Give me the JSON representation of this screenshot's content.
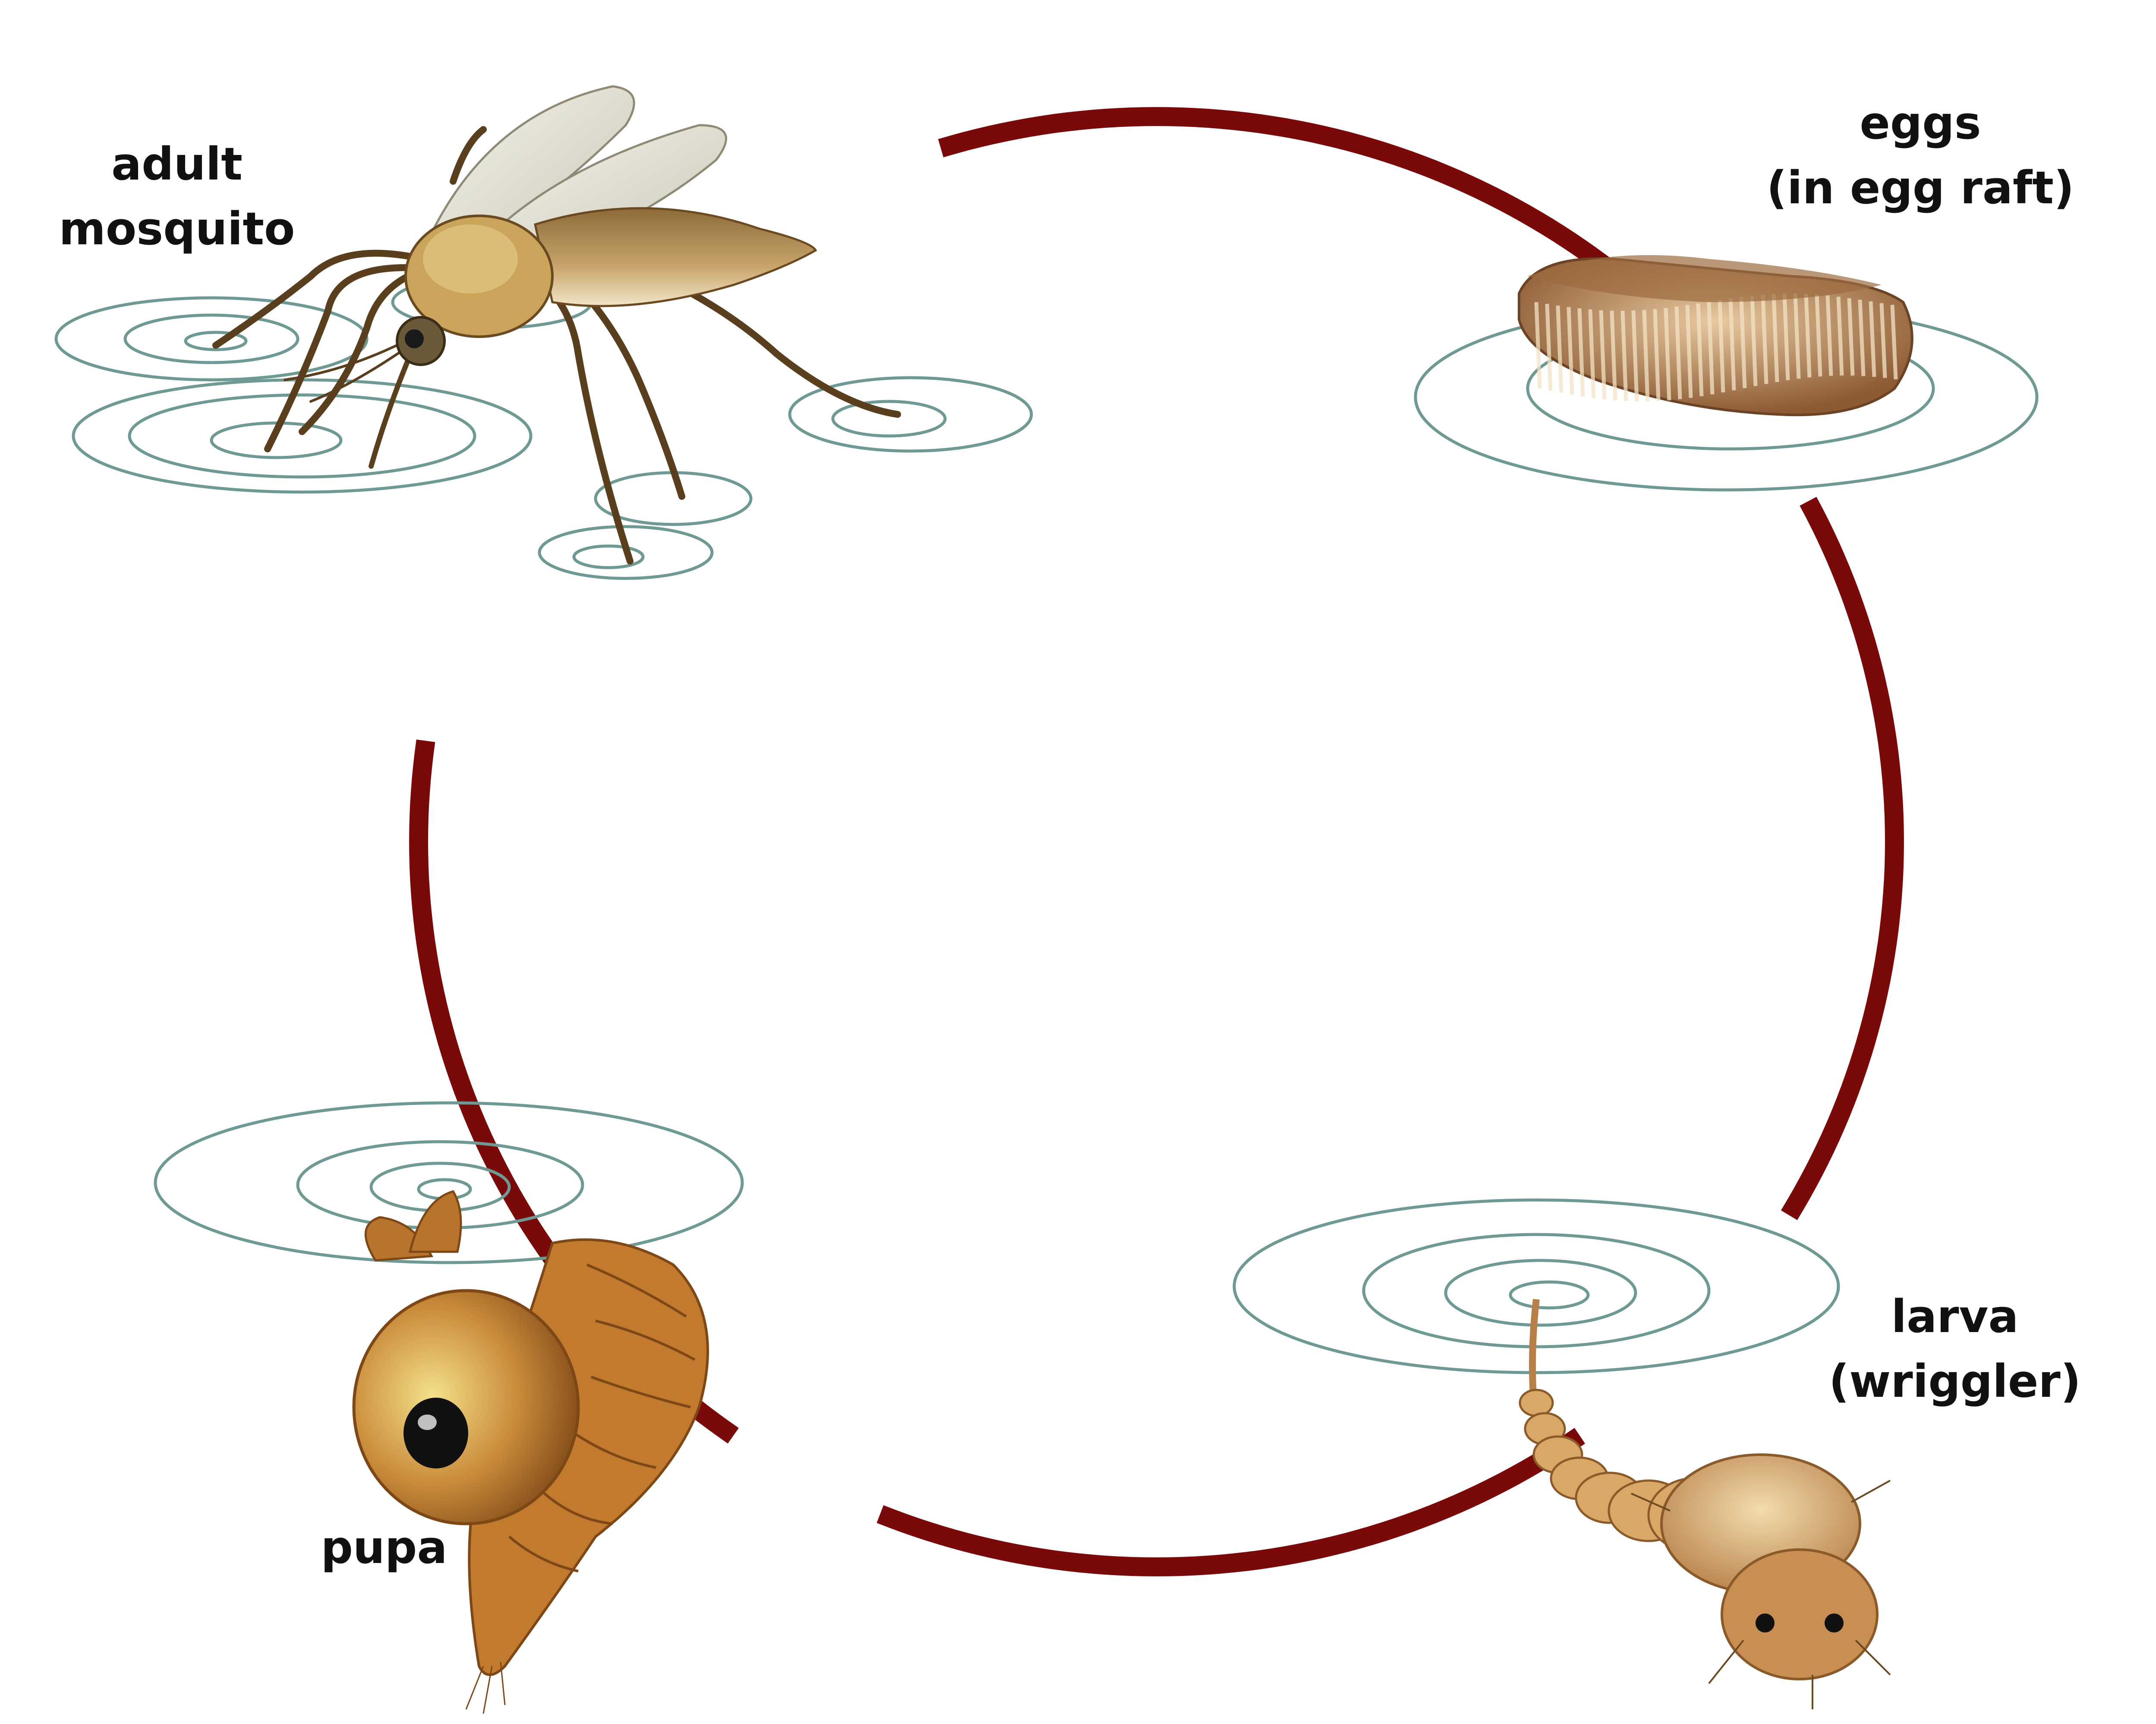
{
  "diagram": {
    "stages": [
      {
        "id": "adult",
        "lines": [
          "adult",
          "mosquito"
        ]
      },
      {
        "id": "eggs",
        "lines": [
          "eggs",
          "(in egg raft)"
        ]
      },
      {
        "id": "larva",
        "lines": [
          "larva",
          "(wriggler)"
        ]
      },
      {
        "id": "pupa",
        "lines": [
          "pupa"
        ]
      }
    ],
    "colors": {
      "cycle_ring": "#7a0a0a",
      "ripple": "#6f9a94",
      "label_text": "#111111",
      "mosquito_body": "#c9a45a",
      "mosquito_legs": "#5a3f1e",
      "egg_raft": "#b88a5c",
      "larva_body": "#d9a766",
      "pupa_body": "#c27a2e"
    },
    "icons": [
      "adult-mosquito-icon",
      "egg-raft-icon",
      "larva-icon",
      "pupa-icon",
      "water-ripple-icon"
    ]
  }
}
